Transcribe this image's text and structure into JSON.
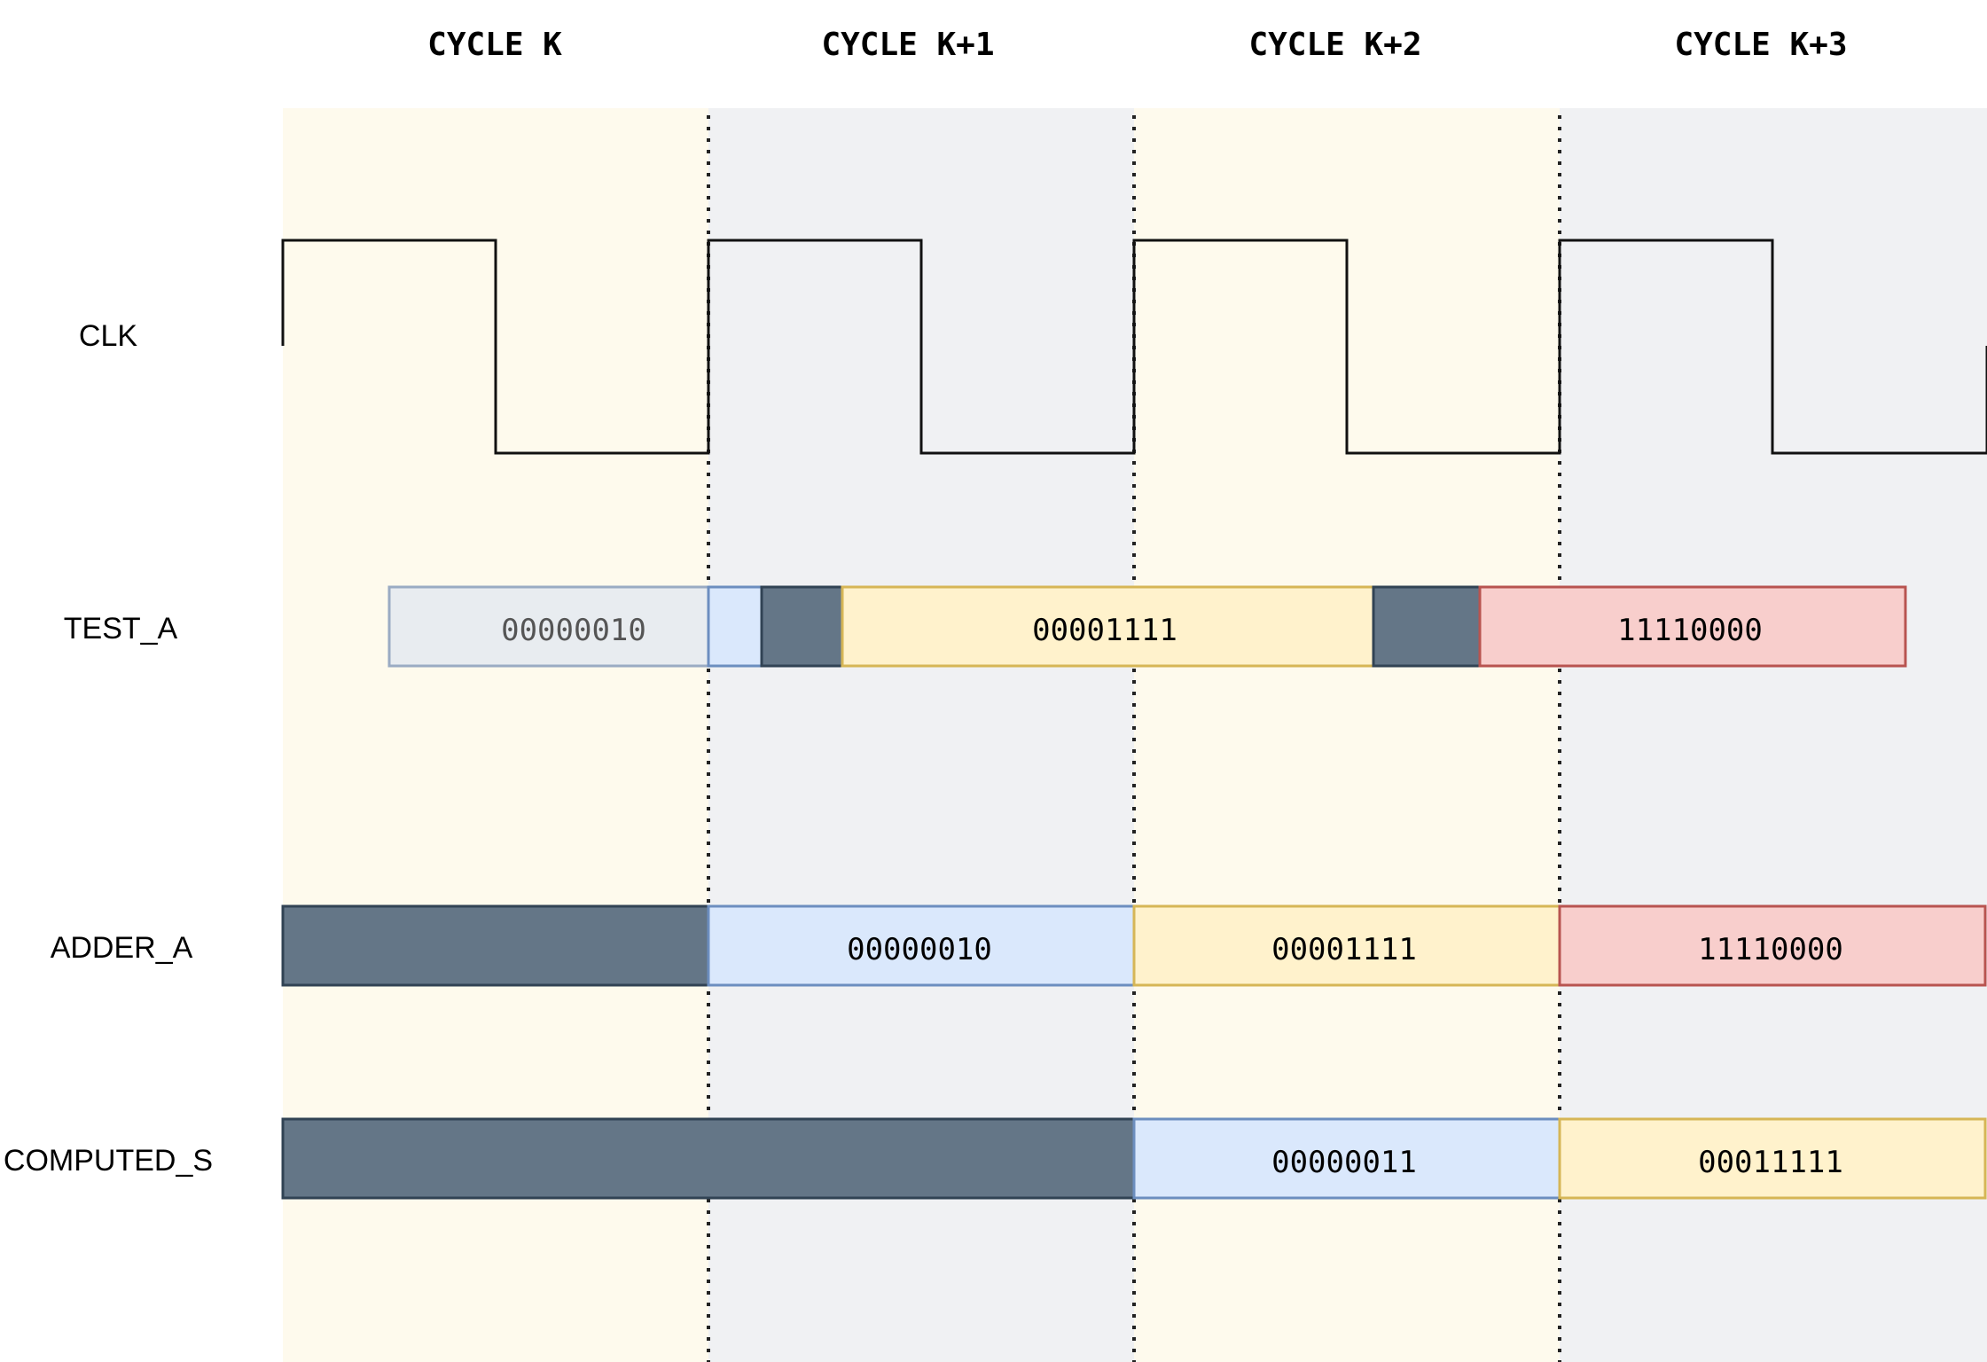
{
  "cycles": [
    {
      "label": "CYCLE K",
      "shade": "#fefaed"
    },
    {
      "label": "CYCLE K+1",
      "shade": "#f0f1f3"
    },
    {
      "label": "CYCLE K+2",
      "shade": "#fefaed"
    },
    {
      "label": "CYCLE K+3",
      "shade": "#f0f1f3"
    }
  ],
  "signals": {
    "clk": {
      "label": "CLK"
    },
    "test_a": {
      "label": "TEST_A",
      "segments": [
        {
          "value": "00000010",
          "style": "gray"
        },
        {
          "value": "",
          "style": "blue"
        },
        {
          "value": "",
          "style": "dark"
        },
        {
          "value": "00001111",
          "style": "yellow"
        },
        {
          "value": "",
          "style": "dark"
        },
        {
          "value": "11110000",
          "style": "red"
        }
      ]
    },
    "adder_a": {
      "label": "ADDER_A",
      "segments": [
        {
          "value": "",
          "style": "dark"
        },
        {
          "value": "00000010",
          "style": "blue"
        },
        {
          "value": "00001111",
          "style": "yellow"
        },
        {
          "value": "11110000",
          "style": "red"
        }
      ]
    },
    "computed_s": {
      "label": "COMPUTED_S",
      "segments": [
        {
          "value": "",
          "style": "dark"
        },
        {
          "value": "00000011",
          "style": "blue"
        },
        {
          "value": "00011111",
          "style": "yellow"
        }
      ]
    }
  },
  "colors": {
    "dark": {
      "fill": "#647687",
      "stroke": "#314354"
    },
    "blue": {
      "fill": "#dae8fc",
      "stroke": "#6c8ebf"
    },
    "yellow": {
      "fill": "#fff2cc",
      "stroke": "#d6b656"
    },
    "red": {
      "fill": "#f8cecc",
      "stroke": "#b85450"
    },
    "gray": {
      "fill": "#e8ecf0",
      "stroke": "#9aabc3"
    }
  }
}
